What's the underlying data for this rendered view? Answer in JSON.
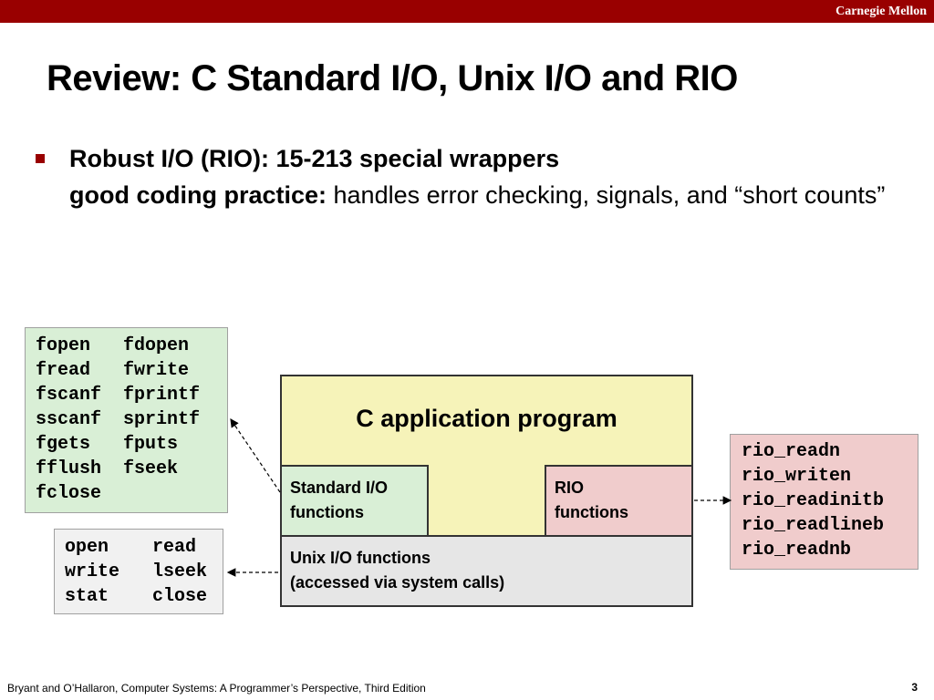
{
  "header": {
    "brand": "Carnegie Mellon"
  },
  "slide": {
    "title": "Review: C Standard I/O, Unix I/O and RIO",
    "bullet": {
      "line1": "Robust I/O (RIO): 15-213 special wrappers",
      "bold_lead": "good coding practice:",
      "rest": " handles error checking, signals, and “short counts”"
    }
  },
  "diagram": {
    "stdio_functions": [
      [
        "fopen",
        "fdopen"
      ],
      [
        "fread",
        "fwrite"
      ],
      [
        "fscanf",
        "fprintf"
      ],
      [
        "sscanf",
        "sprintf"
      ],
      [
        "fgets",
        "fputs"
      ],
      [
        "fflush",
        "fseek"
      ],
      [
        "fclose",
        ""
      ]
    ],
    "unix_functions": [
      [
        "open",
        "read"
      ],
      [
        "write",
        "lseek"
      ],
      [
        "stat",
        "close"
      ]
    ],
    "rio_functions": [
      "rio_readn",
      "rio_writen",
      "rio_readinitb",
      "rio_readlineb",
      "rio_readnb"
    ],
    "app_label": "C application program",
    "stdio_box": {
      "line1": "Standard I/O",
      "line2": "functions"
    },
    "rio_box": {
      "line1": "RIO",
      "line2": "functions"
    },
    "unix_box": {
      "line1": "Unix I/O functions",
      "line2": "(accessed via system calls)"
    }
  },
  "footer": {
    "citation": "Bryant and O’Hallaron, Computer Systems: A Programmer’s Perspective, Third Edition",
    "page": "3"
  },
  "colors": {
    "brand_red": "#990000",
    "stdio_green": "#d9efd6",
    "rio_pink": "#f0cccc",
    "app_yellow": "#f6f3b9",
    "unix_gray": "#e6e6e6"
  }
}
